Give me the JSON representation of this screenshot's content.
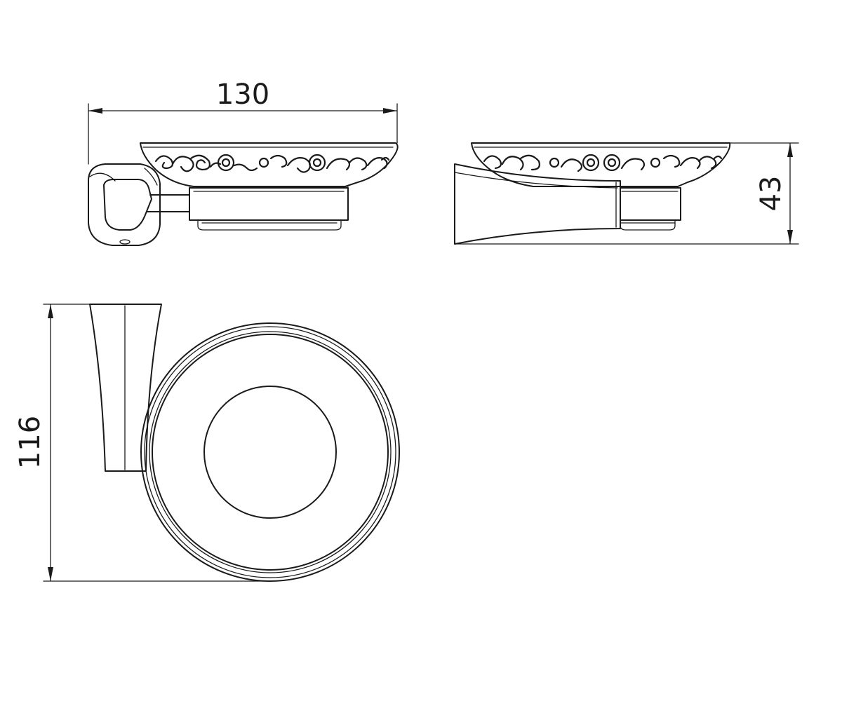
{
  "dimensions": {
    "width": "130",
    "height": "43",
    "depth": "116"
  }
}
